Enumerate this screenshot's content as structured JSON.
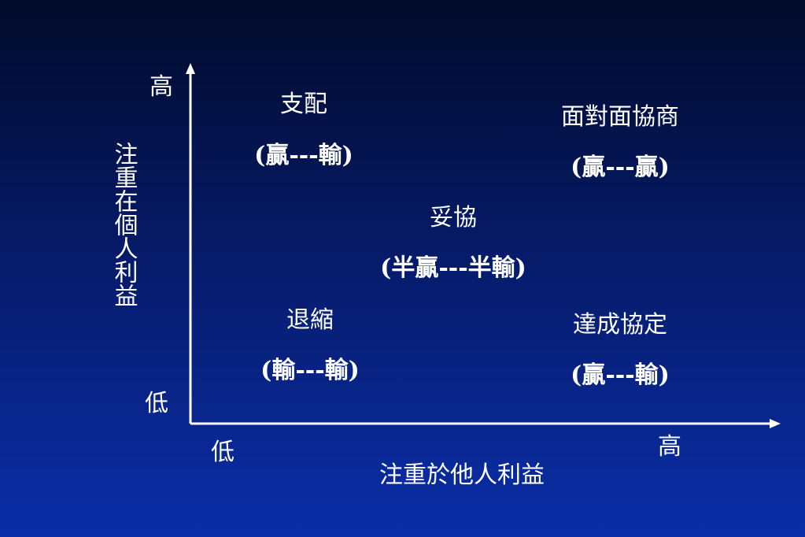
{
  "axes": {
    "y_title": "注重在個人利益",
    "y_high": "高",
    "y_low": "低",
    "x_title": "注重於他人利益",
    "x_low": "低",
    "x_high": "高"
  },
  "quadrants": {
    "dominate": {
      "label": "支配",
      "outcome": "(贏---輸)"
    },
    "negotiate": {
      "label": "面對面協商",
      "outcome": "(贏---贏)"
    },
    "compromise": {
      "label": "妥協",
      "outcome": "(半贏---半輸)"
    },
    "withdraw": {
      "label": "退縮",
      "outcome": "(輸---輸)"
    },
    "accommodate": {
      "label": "達成協定",
      "outcome": "(贏---輸)"
    }
  },
  "colors": {
    "background_top": "#010a2a",
    "background_bottom": "#0a2ea8",
    "foreground": "#ffffff"
  }
}
